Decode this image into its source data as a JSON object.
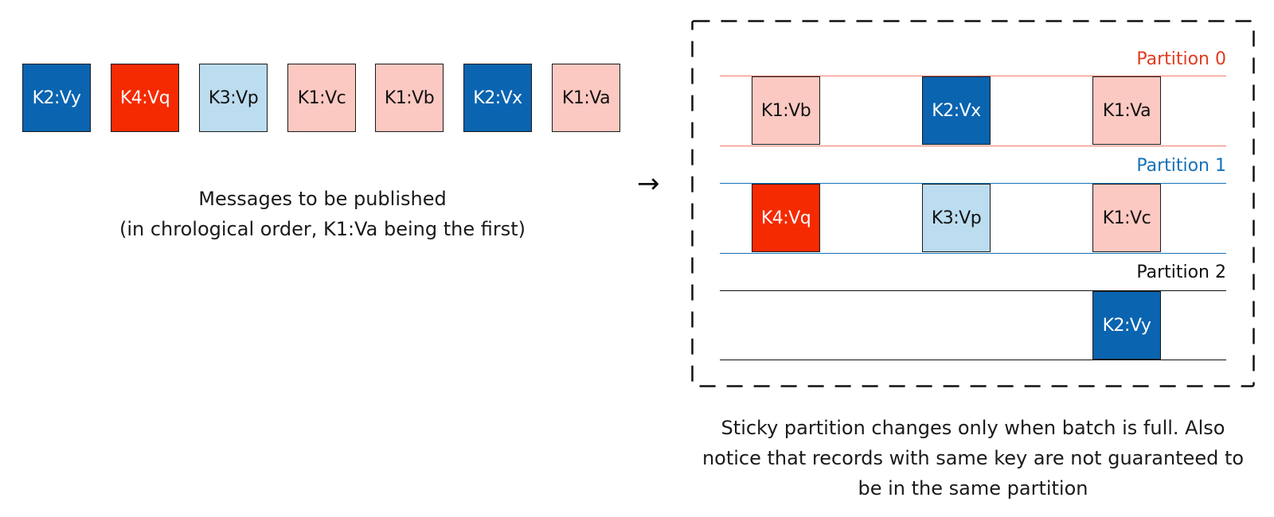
{
  "messages": [
    {
      "label": "K2:Vy",
      "key": "K2"
    },
    {
      "label": "K4:Vq",
      "key": "K4"
    },
    {
      "label": "K3:Vp",
      "key": "K3"
    },
    {
      "label": "K1:Vc",
      "key": "K1"
    },
    {
      "label": "K1:Vb",
      "key": "K1"
    },
    {
      "label": "K2:Vx",
      "key": "K2"
    },
    {
      "label": "K1:Va",
      "key": "K1"
    }
  ],
  "colors": {
    "K1": "#fcc9c2",
    "K2": "#0a64b0",
    "K3": "#bcdcef",
    "K4": "#f52a00",
    "partition0": "#e23b1e",
    "partition1": "#1472b8",
    "partition2": "#111111"
  },
  "left_caption": {
    "line1": "Messages to be published",
    "line2": "(in chrological order, K1:Va being the first)"
  },
  "arrow": "→",
  "partitions": [
    {
      "label": "Partition 0",
      "records": [
        "K1:Vb",
        "K2:Vx",
        "K1:Va"
      ]
    },
    {
      "label": "Partition 1",
      "records": [
        "K4:Vq",
        "K3:Vp",
        "K1:Vc"
      ]
    },
    {
      "label": "Partition 2",
      "records": [
        "",
        "",
        "K2:Vy"
      ]
    }
  ],
  "right_caption": {
    "line1": "Sticky partition changes only when batch is full. Also",
    "line2": "notice that records with same key are not guaranteed to",
    "line3": "be in the same partition"
  }
}
